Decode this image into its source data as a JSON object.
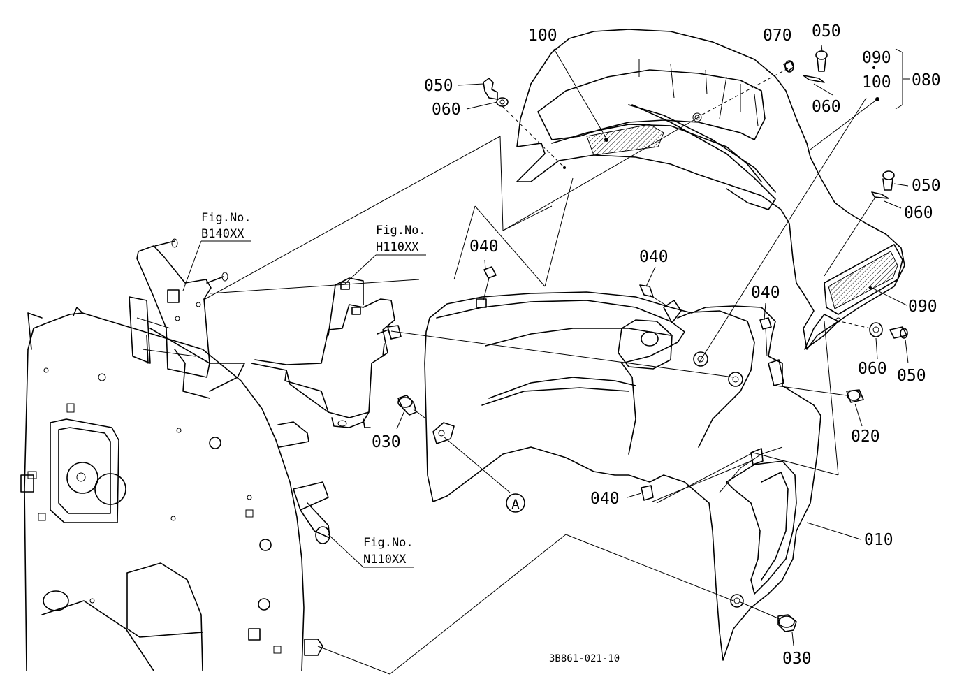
{
  "drawing_code": "3B861-021-10",
  "callout_marker": "A",
  "bracket_dot": "•",
  "parts": {
    "p010": "010",
    "p020": "020",
    "p030a": "030",
    "p030b": "030",
    "p040a": "040",
    "p040b": "040",
    "p040c": "040",
    "p040d": "040",
    "p050a": "050",
    "p050b": "050",
    "p050c": "050",
    "p050d": "050",
    "p060a": "060",
    "p060b": "060",
    "p060c": "060",
    "p060d": "060",
    "p070": "070",
    "p080": "080",
    "p090a": "090",
    "p090b": "090",
    "p100a": "100",
    "p100b": "100"
  },
  "fig_refs": {
    "b140_title": "Fig.No.",
    "b140_code": "B140XX",
    "h110_title": "Fig.No.",
    "h110_code": "H110XX",
    "n110_title": "Fig.No.",
    "n110_code": "N110XX"
  }
}
